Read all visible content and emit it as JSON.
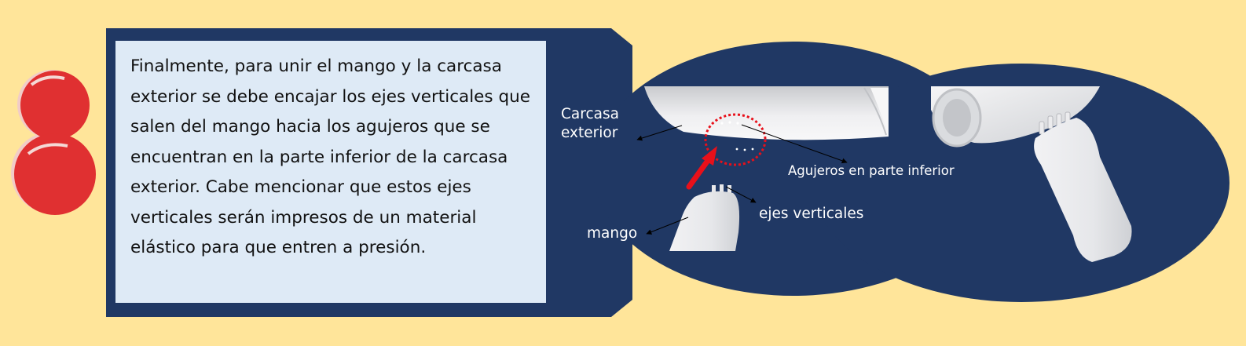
{
  "step_number": "8",
  "instruction_text": "Finalmente, para unir el mango y la carcasa exterior se debe encajar los ejes verticales que salen del mango hacia los agujeros que se encuentran en la parte inferior de la carcasa exterior. Cabe mencionar que estos ejes verticales serán impresos de un material elástico para que entren a presión.",
  "labels": {
    "carcasa": "Carcasa\nexterior",
    "agujeros": "Agujeros en parte inferior",
    "ejes": "ejes verticales",
    "mango": "mango"
  },
  "colors": {
    "background": "#FFE59A",
    "panel": "#203864",
    "text_box": "#DEEAF6",
    "number": "#E03031",
    "highlight": "#E8101A"
  }
}
